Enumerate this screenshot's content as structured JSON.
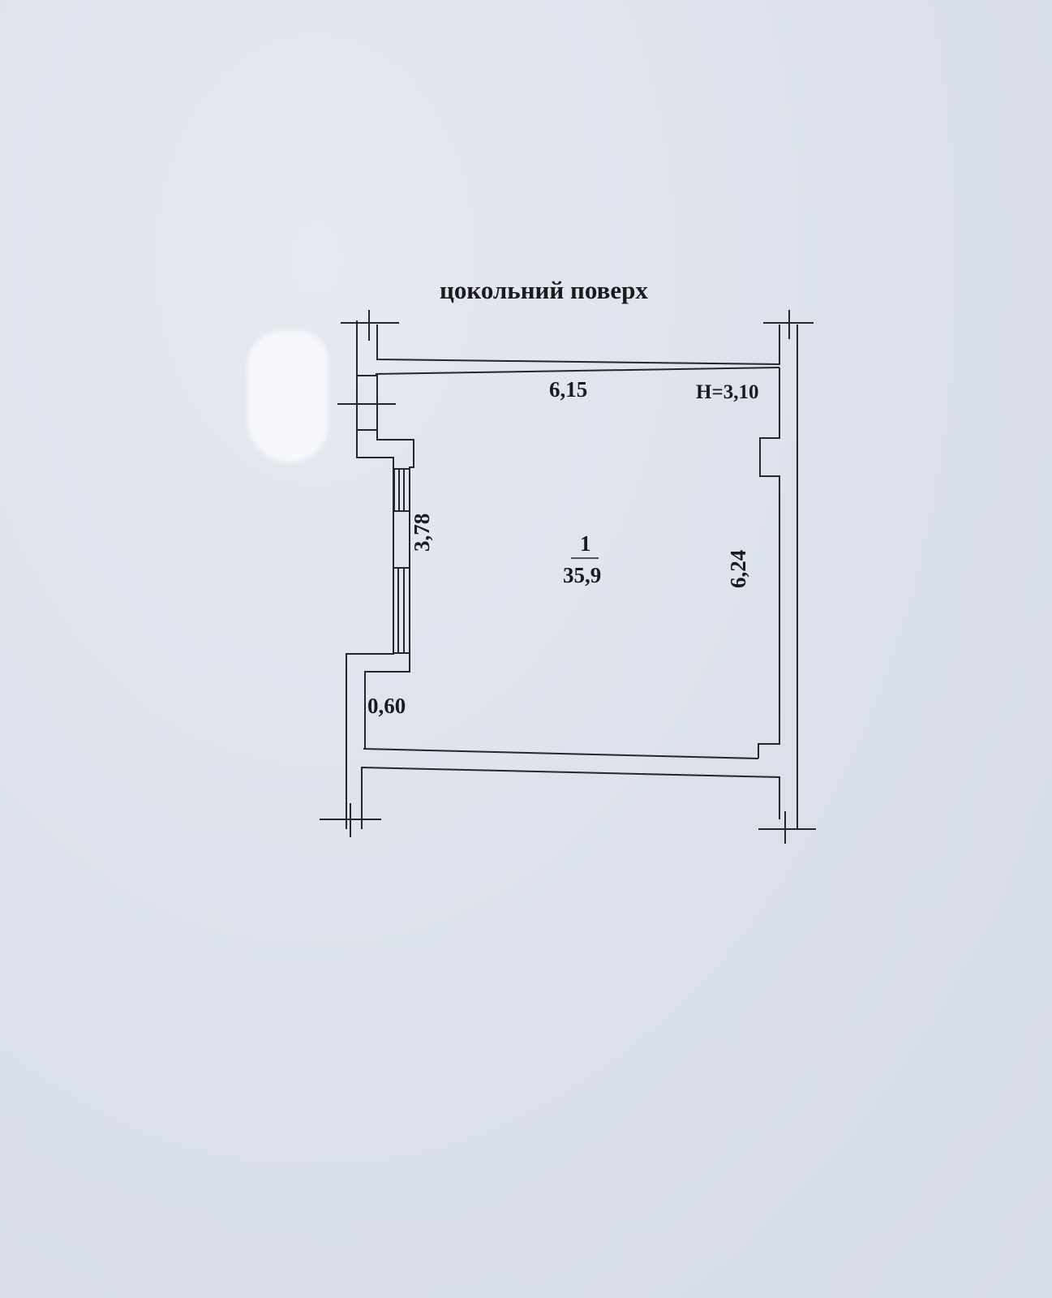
{
  "plan": {
    "title": "цокольний поверх",
    "height_label": "H=3,10",
    "dimensions": {
      "top": "6,15",
      "left": "3,78",
      "right": "6,24",
      "bottom_left": "0,60"
    },
    "room": {
      "number": "1",
      "area": "35,9"
    }
  }
}
